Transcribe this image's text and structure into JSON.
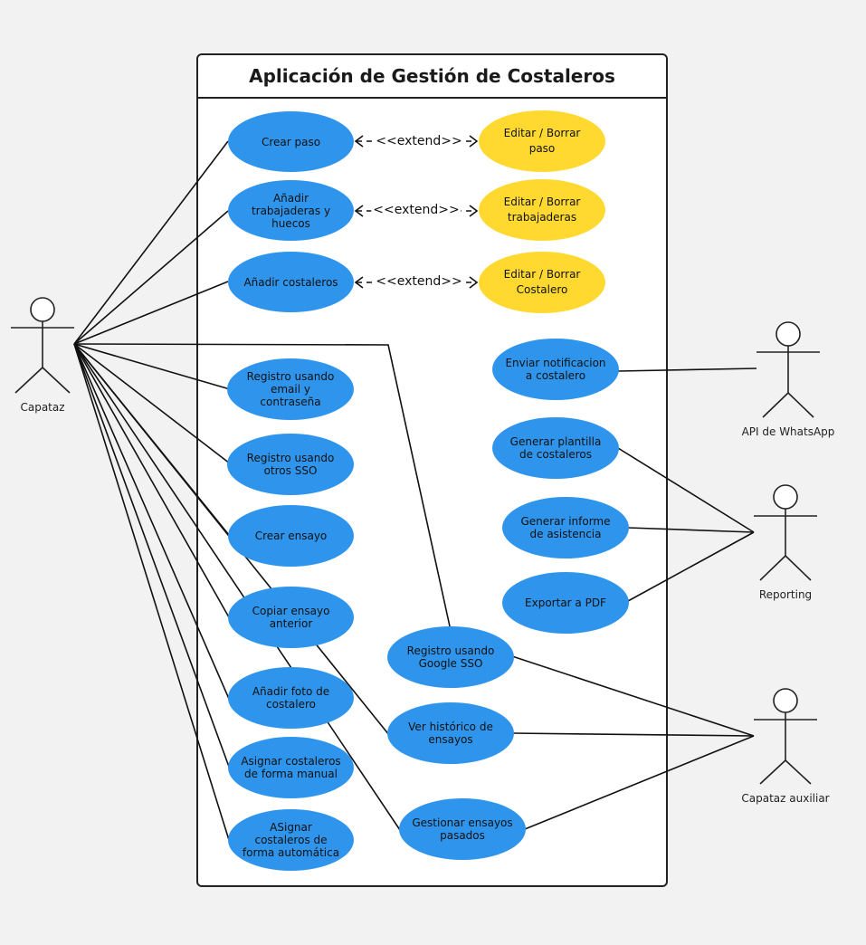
{
  "title": "Aplicación de Gestión de Costaleros",
  "actors": {
    "capataz": "Capataz",
    "whatsapp": "API de WhatsApp",
    "reporting": "Reporting",
    "auxiliar": "Capataz auxiliar"
  },
  "extend_label": "<<extend>>",
  "use_cases": {
    "crear_paso": "Crear paso",
    "anadir_trabajaderas": "Añadir trabajaderas y huecos",
    "anadir_costaleros": "Añadir costaleros",
    "editar_paso": "Editar / Borrar paso",
    "editar_trabajaderas": "Editar / Borrar trabajaderas",
    "editar_costalero": "Editar / Borrar Costalero",
    "registro_email": "Registro usando email y contraseña",
    "registro_sso": "Registro usando otros SSO",
    "crear_ensayo": "Crear ensayo",
    "copiar_ensayo": "Copiar ensayo anterior",
    "anadir_foto": "Añadir foto de costalero",
    "asignar_manual": "Asignar costaleros de forma manual",
    "asignar_auto": "ASignar costaleros de forma automática",
    "registro_google": "Registro usando Google SSO",
    "ver_historico": "Ver histórico de ensayos",
    "gestionar_ensayos": "Gestionar ensayos pasados",
    "enviar_notificacion": "Enviar notificacion a costalero",
    "generar_plantilla": "Generar plantilla de costaleros",
    "generar_informe": "Generar informe de asistencia",
    "exportar_pdf": "Exportar a PDF"
  },
  "colors": {
    "use_case": "#2f95ec",
    "extension": "#ffd930",
    "background": "#f2f2f2"
  }
}
